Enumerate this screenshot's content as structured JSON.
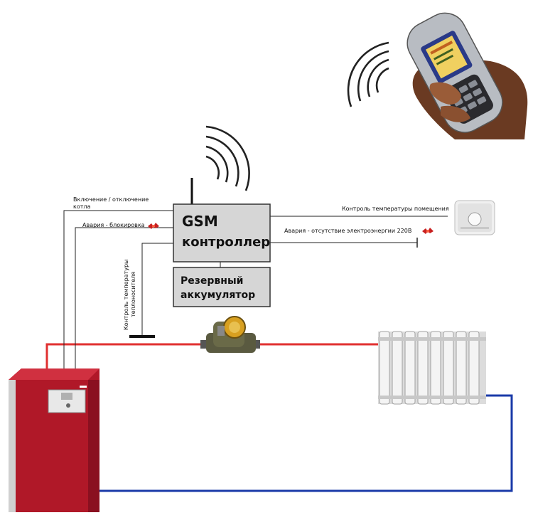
{
  "controller": {
    "line1": "GSM",
    "line2": "контроллер"
  },
  "battery": {
    "line1": "Резервный",
    "line2": "аккумулятор"
  },
  "labels": {
    "boiler_switch_line1": "Включение / отключение",
    "boiler_switch_line2": "котла",
    "alarm_block": "Авария - блокировка",
    "room_temp": "Контроль температуры помещения",
    "power_alarm": "Авария - отсутствие электроэнергии 220В",
    "coolant_temp_line1": "Контроль температуры",
    "coolant_temp_line2": "теплоносителя"
  },
  "colors": {
    "supply_pipe": "#e03030",
    "return_pipe": "#1a3aa8",
    "boiler_body": "#b01828",
    "controller_fill": "#d6d6d6",
    "alarm_marker": "#c82020"
  },
  "icons": {
    "phone": "mobile-phone-in-hand-icon",
    "signal": "wireless-signal-icon",
    "alarm": "alarm-spark-icon",
    "thermostat": "room-thermostat-icon",
    "pump": "circulation-pump-icon",
    "radiator": "radiator-icon",
    "boiler": "gas-boiler-icon",
    "antenna": "antenna-icon"
  }
}
